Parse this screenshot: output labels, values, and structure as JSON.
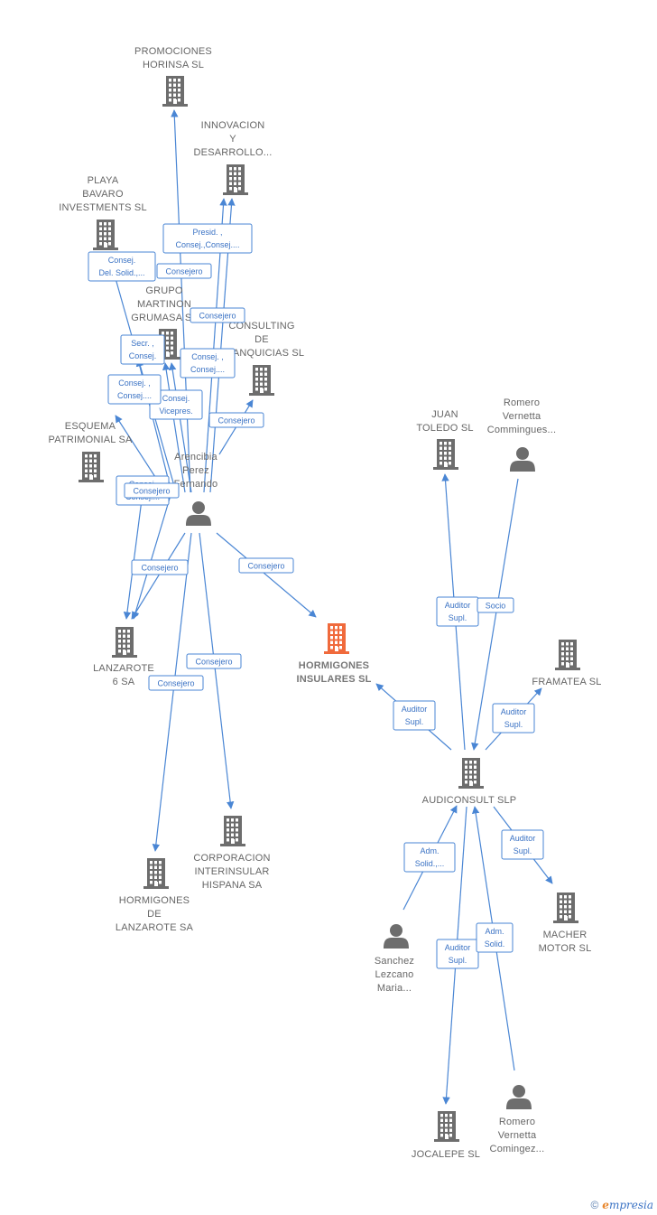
{
  "colors": {
    "edge": "#4a86d4",
    "company": "#6d6d6d",
    "focus_company": "#f06a3c",
    "person": "#6d6d6d"
  },
  "nodes": [
    {
      "id": "promociones",
      "kind": "company",
      "icon": "building-icon",
      "label": [
        "PROMOCIONES",
        "HORINSA SL"
      ]
    },
    {
      "id": "innovacion",
      "kind": "company",
      "icon": "building-icon",
      "label": [
        "INNOVACION",
        "Y",
        "DESARROLLO..."
      ]
    },
    {
      "id": "playa",
      "kind": "company",
      "icon": "building-icon",
      "label": [
        "PLAYA",
        "BAVARO",
        "INVESTMENTS SL"
      ]
    },
    {
      "id": "grupo",
      "kind": "company",
      "icon": "building-icon",
      "label": [
        "GRUPO",
        "MARTINON",
        "GRUMASA SL"
      ]
    },
    {
      "id": "consulting",
      "kind": "company",
      "icon": "building-icon",
      "label": [
        "CONSULTING",
        "DE",
        "FRANQUICIAS SL"
      ]
    },
    {
      "id": "esquema",
      "kind": "company",
      "icon": "building-icon",
      "label": [
        "ESQUEMA",
        "PATRIMONIAL SA"
      ]
    },
    {
      "id": "arencibia",
      "kind": "person",
      "icon": "person-icon",
      "label": [
        "Arencibia",
        "Perez",
        "Fernando"
      ]
    },
    {
      "id": "lanzarote6",
      "kind": "company",
      "icon": "building-icon",
      "label": [
        "LANZAROTE",
        "6 SA"
      ]
    },
    {
      "id": "hormigones_ins",
      "kind": "focus",
      "icon": "building-icon",
      "label": [
        "HORMIGONES",
        "INSULARES SL"
      ]
    },
    {
      "id": "juan_toledo",
      "kind": "company",
      "icon": "building-icon",
      "label": [
        "JUAN",
        "TOLEDO SL"
      ]
    },
    {
      "id": "romero1",
      "kind": "person",
      "icon": "person-icon",
      "label": [
        "Romero",
        "Vernetta",
        "Commingues..."
      ]
    },
    {
      "id": "framatea",
      "kind": "company",
      "icon": "building-icon",
      "label": [
        "FRAMATEA SL"
      ]
    },
    {
      "id": "audiconsult",
      "kind": "company",
      "icon": "building-icon",
      "label": [
        "AUDICONSULT SLP"
      ]
    },
    {
      "id": "corporacion",
      "kind": "company",
      "icon": "building-icon",
      "label": [
        "CORPORACION",
        "INTERINSULAR",
        "HISPANA SA"
      ]
    },
    {
      "id": "hormigones_lanz",
      "kind": "company",
      "icon": "building-icon",
      "label": [
        "HORMIGONES",
        "DE",
        "LANZAROTE SA"
      ]
    },
    {
      "id": "macher",
      "kind": "company",
      "icon": "building-icon",
      "label": [
        "MACHER",
        "MOTOR SL"
      ]
    },
    {
      "id": "sanchez",
      "kind": "person",
      "icon": "person-icon",
      "label": [
        "Sanchez",
        "Lezcano",
        "Maria..."
      ]
    },
    {
      "id": "jocalepe",
      "kind": "company",
      "icon": "building-icon",
      "label": [
        "JOCALEPE SL"
      ]
    },
    {
      "id": "romero2",
      "kind": "person",
      "icon": "person-icon",
      "label": [
        "Romero",
        "Vernetta",
        "Comingez..."
      ]
    }
  ],
  "edges": [
    {
      "from": "arencibia",
      "to": "promociones",
      "label": [
        "Presid. ,",
        "Consej.,Consej...."
      ]
    },
    {
      "from": "arencibia",
      "to": "innovacion",
      "label": [
        "Consejero"
      ]
    },
    {
      "from": "arencibia",
      "to": "innovacion",
      "label": [
        "Consejero"
      ]
    },
    {
      "from": "arencibia",
      "to": "playa",
      "label": [
        "Consej.",
        "Del. Solid.,..."
      ]
    },
    {
      "from": "arencibia",
      "to": "grupo",
      "label": [
        "Consej. ,",
        "Consej...."
      ]
    },
    {
      "from": "arencibia",
      "to": "grupo",
      "label": [
        "Consej.",
        "Vicepres."
      ]
    },
    {
      "from": "arencibia",
      "to": "consulting",
      "label": [
        "Consejero"
      ]
    },
    {
      "from": "arencibia",
      "to": "esquema",
      "label": [
        "Consej. ,",
        "Consej...."
      ]
    },
    {
      "from": "arencibia",
      "to": "esquema",
      "label": [
        "Secr. ,",
        "Consej."
      ]
    },
    {
      "from": "arencibia",
      "to": "lanzarote6",
      "label": [
        "Consej.",
        "Consej...."
      ]
    },
    {
      "from": "arencibia",
      "to": "lanzarote6",
      "label": [
        "Consejero"
      ]
    },
    {
      "from": "arencibia",
      "to": "lanzarote6",
      "label": [
        "Consejero"
      ]
    },
    {
      "from": "arencibia",
      "to": "hormigones_ins",
      "label": [
        "Consejero"
      ]
    },
    {
      "from": "arencibia",
      "to": "corporacion",
      "label": [
        "Consejero"
      ]
    },
    {
      "from": "arencibia",
      "to": "hormigones_lanz",
      "label": [
        "Consejero"
      ]
    },
    {
      "from": "audiconsult",
      "to": "hormigones_ins",
      "label": [
        "Auditor",
        "Supl."
      ]
    },
    {
      "from": "audiconsult",
      "to": "juan_toledo",
      "label": [
        "Auditor",
        "Supl."
      ]
    },
    {
      "from": "romero1",
      "to": "audiconsult",
      "label": [
        "Socio"
      ]
    },
    {
      "from": "audiconsult",
      "to": "framatea",
      "label": [
        "Auditor",
        "Supl."
      ]
    },
    {
      "from": "audiconsult",
      "to": "macher",
      "label": [
        "Auditor",
        "Supl."
      ]
    },
    {
      "from": "sanchez",
      "to": "audiconsult",
      "label": [
        "Adm.",
        "Solid.,..."
      ]
    },
    {
      "from": "audiconsult",
      "to": "jocalepe",
      "label": [
        "Auditor",
        "Supl."
      ]
    },
    {
      "from": "romero2",
      "to": "audiconsult",
      "label": [
        "Adm.",
        "Solid."
      ]
    }
  ],
  "footer": {
    "copyright": "©",
    "brand_initial": "e",
    "brand_rest": "mpresia"
  }
}
